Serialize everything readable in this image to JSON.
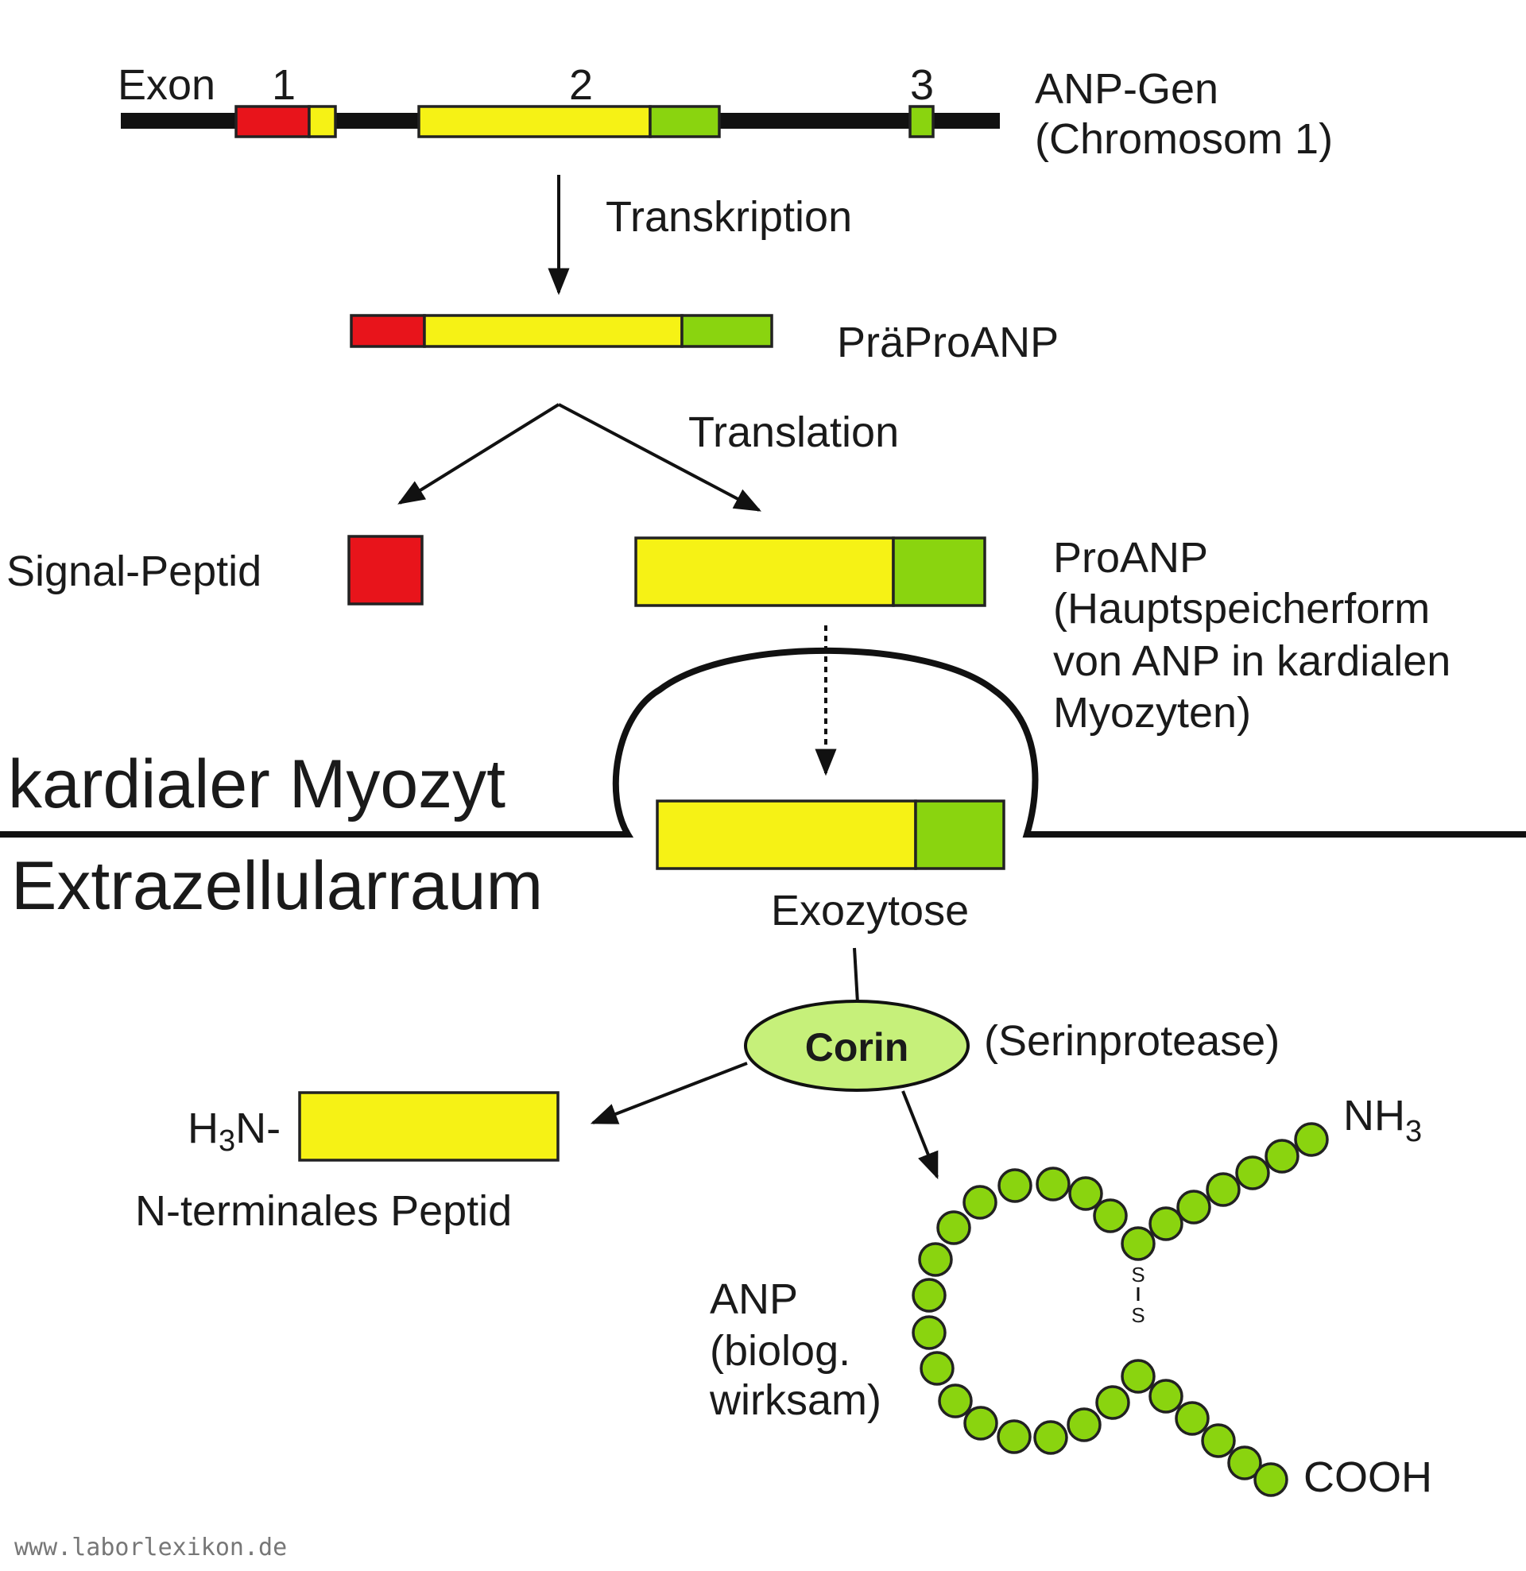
{
  "gene": {
    "exon_word": "Exon",
    "exon_numbers": [
      "1",
      "2",
      "3"
    ],
    "title": "ANP-Gen",
    "subtitle": "(Chromosom 1)"
  },
  "steps": {
    "transcription": "Transkription",
    "translation": "Translation",
    "exocytosis": "Exozytose"
  },
  "molecules": {
    "preproanp": "PräProANP",
    "signal_peptide": "Signal-Peptid",
    "proanp_title": "ProANP",
    "proanp_desc": [
      "(Hauptspeicherform",
      "von ANP in kardialen",
      "Myozyten)"
    ],
    "corin": "Corin",
    "corin_desc": "(Serinprotease)",
    "nterm_prefix_h": "H",
    "nterm_prefix_sub": "3",
    "nterm_prefix_n": "N-",
    "nterm_label": "N-terminales Peptid",
    "anp_lines": [
      "ANP",
      "(biolog.",
      "wirksam)"
    ],
    "nh3_main": "NH",
    "nh3_sub": "3",
    "cooh": "COOH",
    "disulfide_s1": "S",
    "disulfide_s2": "S"
  },
  "regions": {
    "cell": "kardialer Myozyt",
    "extracellular": "Extrazellularraum"
  },
  "watermark": "www.laborlexikon.de",
  "colors": {
    "signal_red": "#e8141b",
    "pro_yellow": "#f6f215",
    "anp_green": "#8ad40f",
    "corin_fill": "#c6f07a",
    "line": "#111111"
  },
  "icons": {
    "arrow": "arrowhead",
    "amino_acid": "bead"
  }
}
